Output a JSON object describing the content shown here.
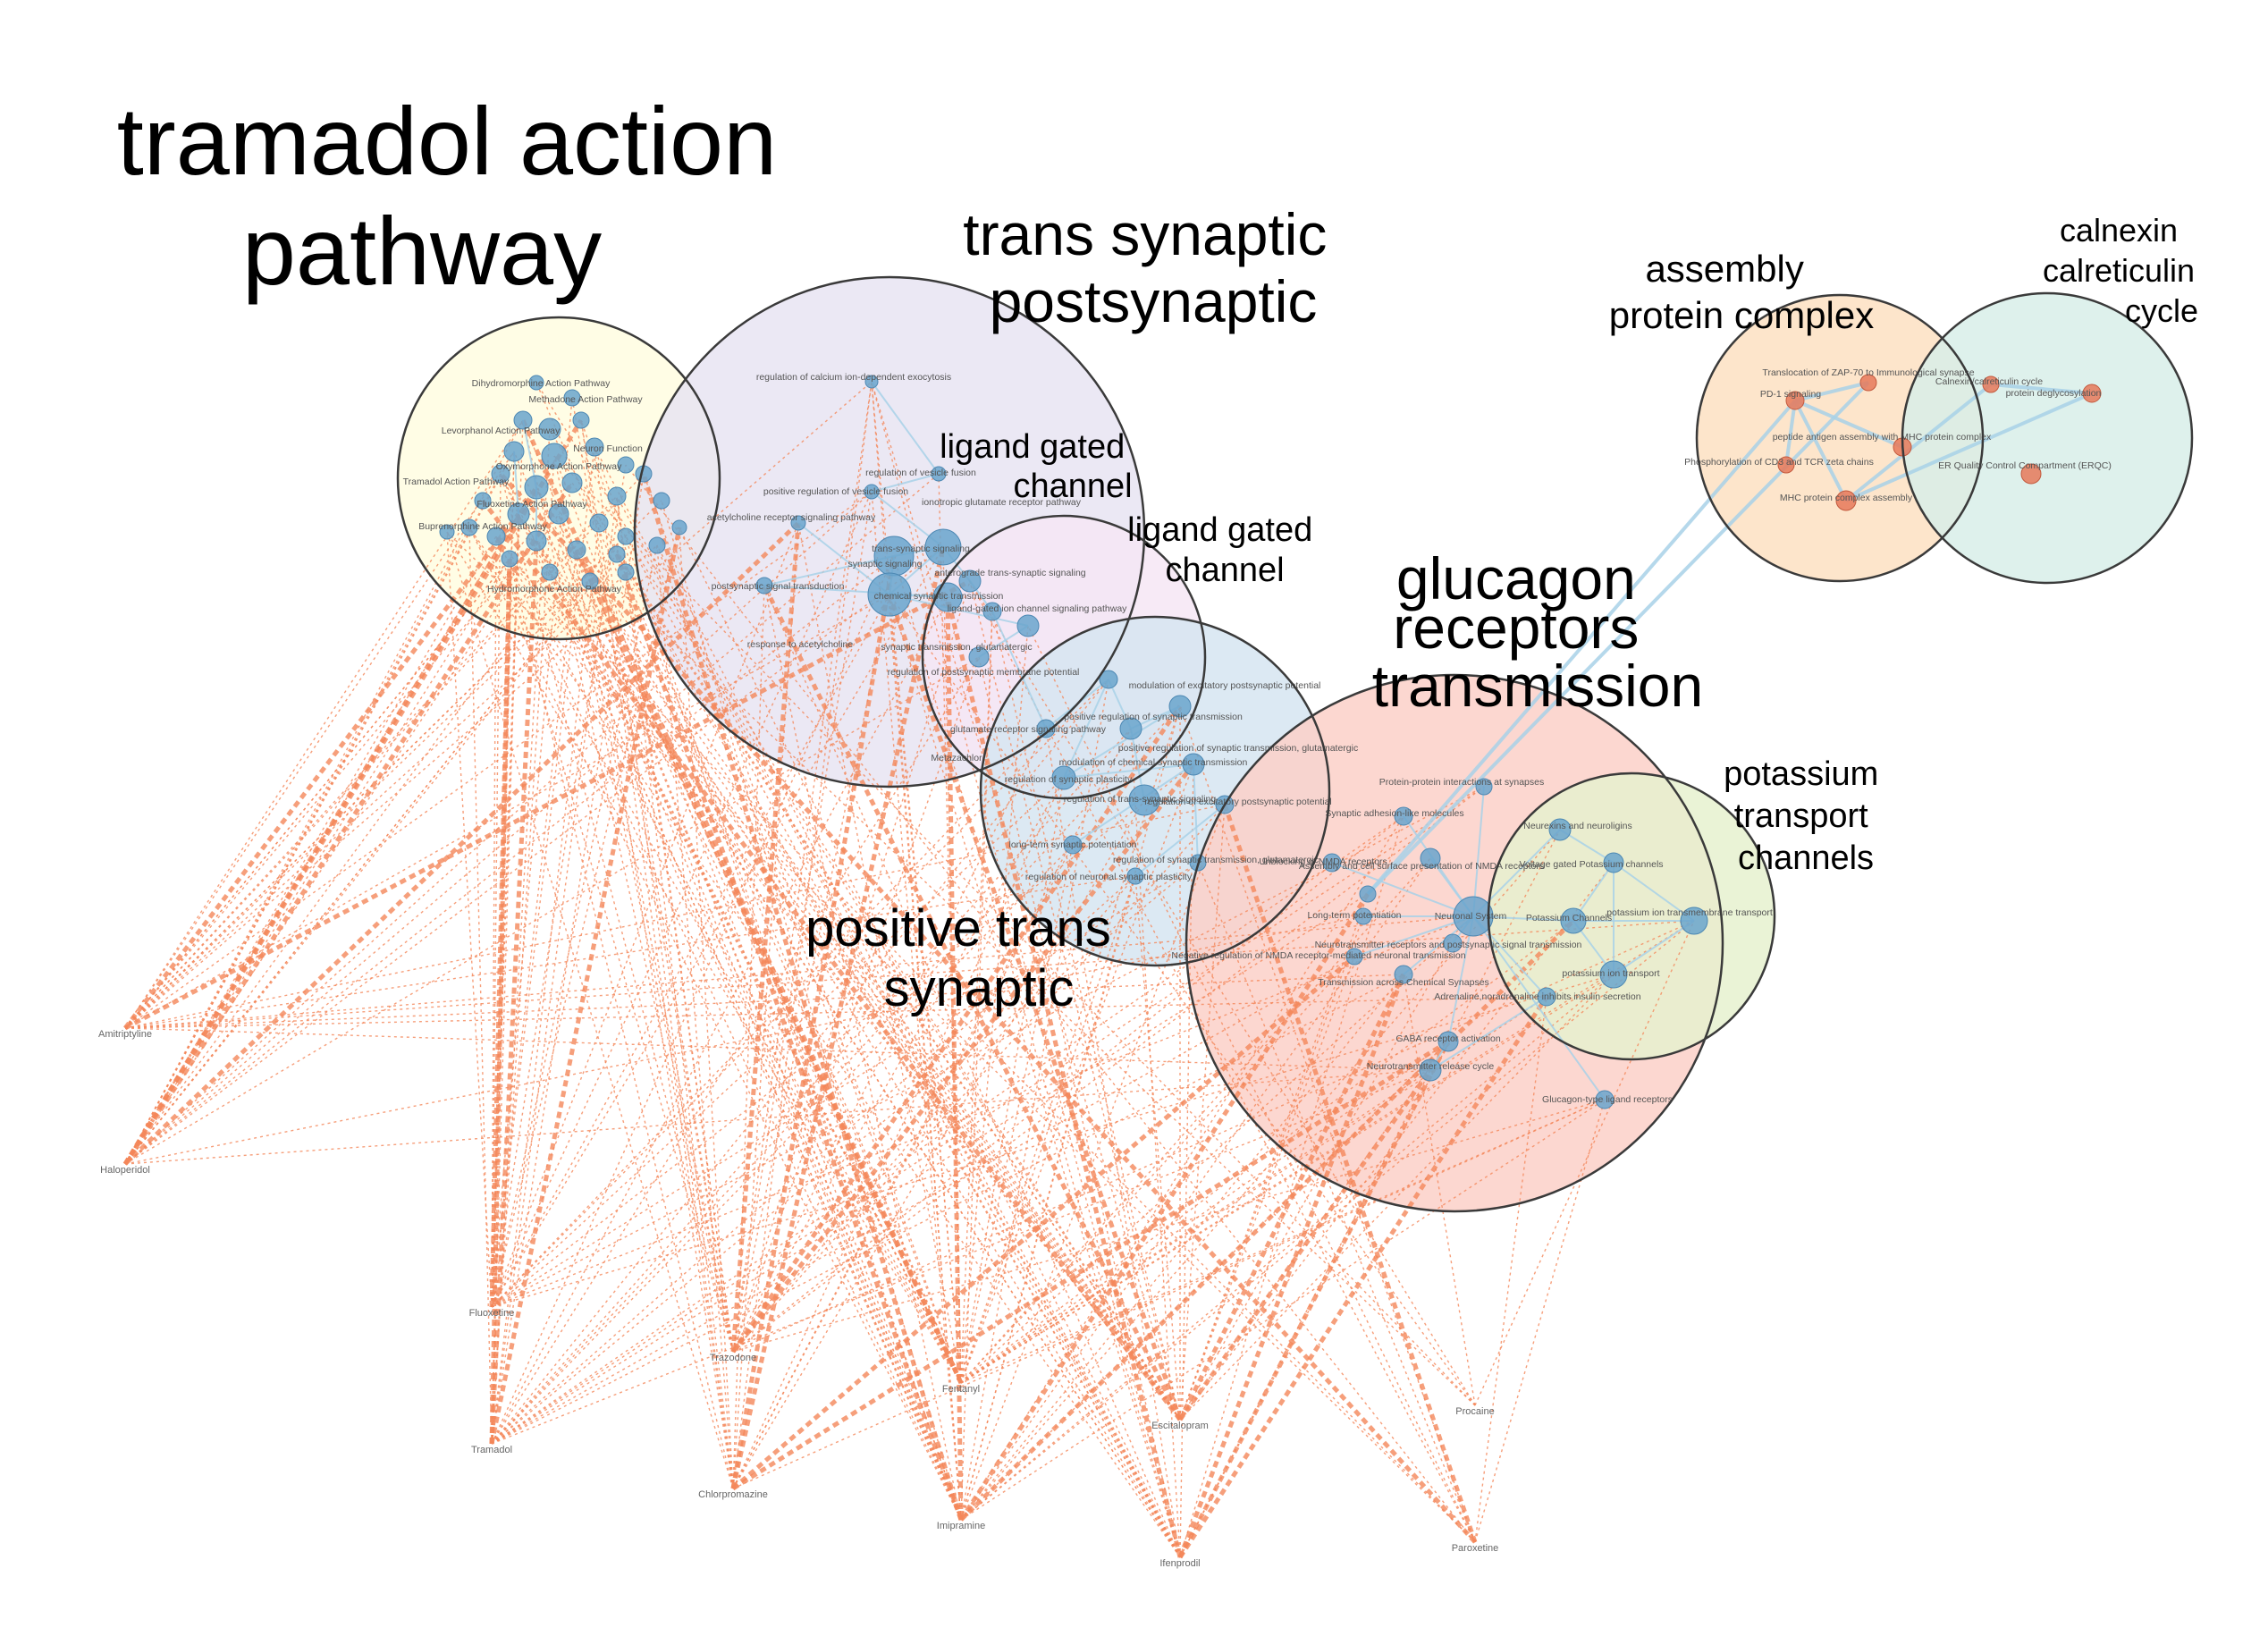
{
  "colors": {
    "drug_edge": "#f4875a",
    "term_edge": "#a8d1e8",
    "node_blue": "#6aa4cc",
    "node_orange": "#e6795a",
    "cluster_stroke": "#3a3a3a",
    "cluster_tramadol": "#fffde0",
    "cluster_trans_synaptic": "#e8e4f2",
    "cluster_ligand": "#f6e6f4",
    "cluster_positive": "#d6e5f1",
    "cluster_glucagon": "#fbd0c8",
    "cluster_potassium": "#e6f1cf",
    "cluster_assembly": "#fde0c2",
    "cluster_calnexin": "#d8efe9"
  },
  "clusters": [
    {
      "id": "tramadol",
      "lines": [
        "tramadol action",
        "pathway"
      ]
    },
    {
      "id": "trans_synaptic",
      "lines": [
        "trans synaptic",
        "postsynaptic"
      ]
    },
    {
      "id": "ligand_a",
      "lines": [
        "ligand gated",
        "channel"
      ]
    },
    {
      "id": "ligand_b",
      "lines": [
        "ligand gated",
        "channel"
      ]
    },
    {
      "id": "glucagon",
      "lines": [
        "glucagon",
        "receptors",
        "transmission"
      ]
    },
    {
      "id": "positive",
      "lines": [
        "positive trans",
        "synaptic"
      ]
    },
    {
      "id": "potassium",
      "lines": [
        "potassium",
        "transport",
        "channels"
      ]
    },
    {
      "id": "assembly",
      "lines": [
        "assembly",
        "protein complex"
      ]
    },
    {
      "id": "calnexin",
      "lines": [
        "calnexin",
        "calreticulin",
        "cycle"
      ]
    }
  ],
  "term_labels": [
    "Dihydromorphine Action Pathway",
    "Methadone Action Pathway",
    "Levorphanol Action Pathway",
    "Oxymorphone Action Pathway",
    "Tramadol Action Pathway",
    "Buprenorphine Action Pathway",
    "Fluoxetine Action Pathway",
    "Hydromorphone Action Pathway",
    "Neuron Function",
    "regulation of calcium ion-dependent exocytosis",
    "positive regulation of vesicle fusion",
    "regulation of vesicle fusion",
    "acetylcholine receptor signaling pathway",
    "ionotropic glutamate receptor pathway",
    "trans-synaptic signaling",
    "anterograde trans-synaptic signaling",
    "synaptic signaling",
    "chemical synaptic transmission",
    "postsynaptic signal transduction",
    "ligand-gated ion channel signaling pathway",
    "response to acetylcholine",
    "synaptic transmission, glutamatergic",
    "regulation of postsynaptic membrane potential",
    "glutamate receptor signaling pathway",
    "Metazachlor",
    "positive regulation of synaptic transmission",
    "modulation of excitatory postsynaptic potential",
    "modulation of chemical synaptic transmission",
    "regulation of synaptic plasticity",
    "regulation of trans-synaptic signaling",
    "positive regulation of synaptic transmission, glutamatergic",
    "regulation of excitatory postsynaptic potential",
    "long-term synaptic potentiation",
    "regulation of neuronal synaptic plasticity",
    "regulation of synaptic transmission, glutamatergic",
    "Protein-protein interactions at synapses",
    "Synaptic adhesion-like molecules",
    "Neurexins and neuroligins",
    "Unblocking of NMDA receptors",
    "Assembly and cell surface presentation of NMDA receptors",
    "Voltage gated Potassium channels",
    "Long-term potentiation",
    "Neuronal System",
    "Potassium Channels",
    "potassium ion transmembrane transport",
    "Neurotransmitter receptors and postsynaptic signal transmission",
    "Negative regulation of NMDA receptor-mediated neuronal transmission",
    "Transmission across Chemical Synapses",
    "Adrenaline,noradrenaline inhibits insulin secretion",
    "potassium ion transport",
    "GABA receptor activation",
    "Neurotransmitter release cycle",
    "Glucagon-type ligand receptors",
    "Translocation of ZAP-70 to Immunological synapse",
    "PD-1 signaling",
    "peptide antigen assembly with MHC protein complex",
    "Phosphorylation of CD3 and TCR zeta chains",
    "MHC protein complex assembly",
    "Calnexin/calreticulin cycle",
    "protein deglycosylation",
    "ER Quality Control Compartment (ERQC)"
  ],
  "drugs": [
    "Amitriptyline",
    "Haloperidol",
    "Fluoxetine",
    "Tramadol",
    "Trazodone",
    "Chlorpromazine",
    "Fentanyl",
    "Imipramine",
    "Escitalopram",
    "Ifenprodil",
    "Procaine",
    "Paroxetine"
  ]
}
